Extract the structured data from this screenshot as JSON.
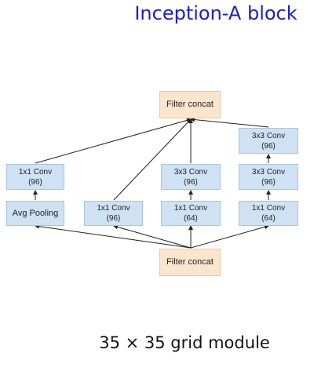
{
  "title": "Inception-A block",
  "footer": "35 × 35 grid module",
  "nodes": {
    "concat_top": {
      "label": "Filter concat"
    },
    "concat_bottom": {
      "label": "Filter concat"
    },
    "b1_conv": {
      "line1": "1x1 Conv",
      "line2": "(96)"
    },
    "b1_pool": {
      "label": "Avg Pooling"
    },
    "b2_conv": {
      "line1": "1x1 Conv",
      "line2": "(96)"
    },
    "b3_conv3": {
      "line1": "3x3 Conv",
      "line2": "(96)"
    },
    "b3_conv1": {
      "line1": "1x1 Conv",
      "line2": "(64)"
    },
    "b4_conv3a": {
      "line1": "3x3 Conv",
      "line2": "(96)"
    },
    "b4_conv3b": {
      "line1": "3x3 Conv",
      "line2": "(96)"
    },
    "b4_conv1": {
      "line1": "1x1 Conv",
      "line2": "(64)"
    }
  },
  "colors": {
    "title": "#1c1cd6",
    "conv_fill": "#cfe2f3",
    "concat_fill": "#fce5cd",
    "edge": "#222222"
  }
}
